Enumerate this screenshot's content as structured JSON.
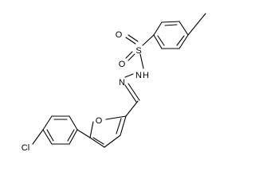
{
  "molecule": {
    "atoms": {
      "cl": "Cl",
      "o_furan": "O",
      "s": "S",
      "o_sulfonyl_upper": "O",
      "o_sulfonyl_lower": "O",
      "n_hydrazone": "N",
      "n_h": "N",
      "h_on_n": "H"
    }
  }
}
